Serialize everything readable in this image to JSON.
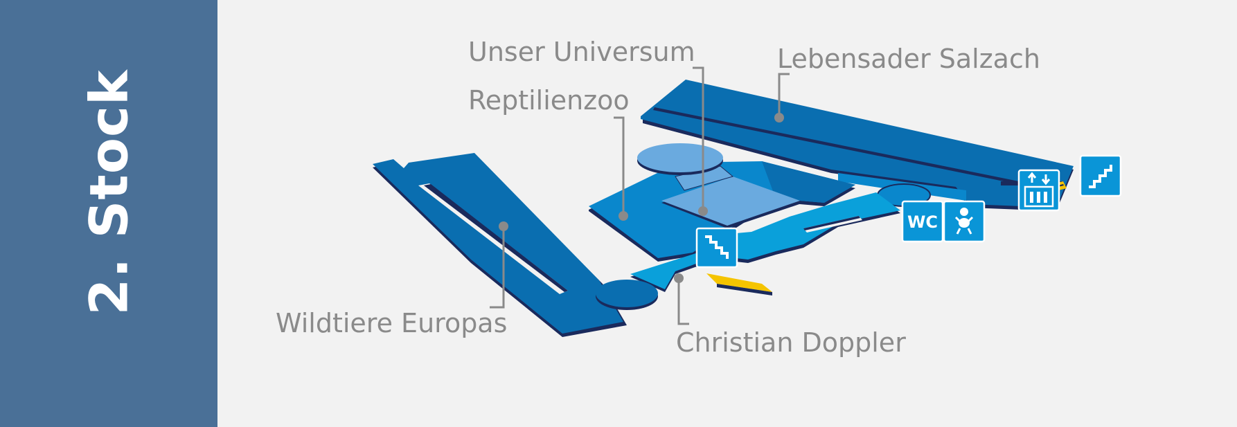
{
  "floor": {
    "title": "2. Stock"
  },
  "areas": [
    {
      "key": "unser-universum",
      "label": "Unser Universum"
    },
    {
      "key": "reptilienzoo",
      "label": "Reptilienzoo"
    },
    {
      "key": "lebensader-salzach",
      "label": "Lebensader Salzach"
    },
    {
      "key": "wildtiere-europas",
      "label": "Wildtiere Europas"
    },
    {
      "key": "christian-doppler",
      "label": "Christian Doppler"
    }
  ],
  "facilities": {
    "wc": "WC",
    "icons": [
      "stairs-icon",
      "elevator-icon",
      "wc-icon",
      "baby-changing-icon",
      "escalator-icon"
    ]
  },
  "colors": {
    "side_band": "#4a7097",
    "background": "#f2f2f2",
    "hall_dark": "#0a6eb0",
    "hall_mid": "#0a87cc",
    "hall_light": "#0aa0da",
    "hall_pale": "#6aaadf",
    "edge": "#1a2a5c",
    "escalator": "#f5c400",
    "label_gray": "#8a8a8a"
  }
}
